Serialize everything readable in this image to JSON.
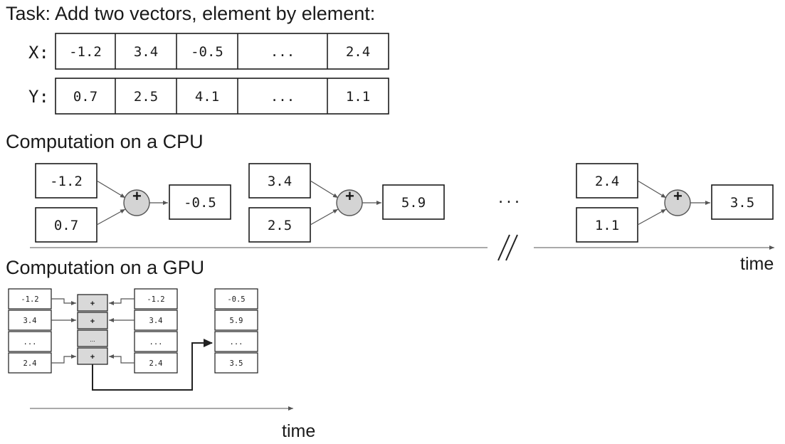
{
  "task": {
    "title": "Task: Add two vectors, element by element:",
    "x_label": "X:",
    "y_label": "Y:",
    "x_values": [
      "-1.2",
      "3.4",
      "-0.5",
      "...",
      "2.4"
    ],
    "y_values": [
      "0.7",
      "2.5",
      "4.1",
      "...",
      "1.1"
    ]
  },
  "cpu": {
    "title": "Computation on a CPU",
    "ops": [
      {
        "a": "-1.2",
        "b": "0.7",
        "op": "+",
        "result": "-0.5"
      },
      {
        "a": "3.4",
        "b": "2.5",
        "op": "+",
        "result": "5.9"
      },
      {
        "a": "2.4",
        "b": "1.1",
        "op": "+",
        "result": "3.5"
      }
    ],
    "ellipsis": "...",
    "break_mark": "//",
    "time_label": "time"
  },
  "gpu": {
    "title": "Computation on a GPU",
    "left": [
      "-1.2",
      "3.4",
      "...",
      "2.4"
    ],
    "ops": [
      "+",
      "+",
      "...",
      "+"
    ],
    "right": [
      "-1.2",
      "3.4",
      "...",
      "2.4"
    ],
    "result": [
      "-0.5",
      "5.9",
      "...",
      "3.5"
    ],
    "time_label": "time"
  },
  "colors": {
    "stroke": "#1a1a1a",
    "operator_fill": "#d4d4d4",
    "gpu_op_fill": "#d9d9d9"
  }
}
